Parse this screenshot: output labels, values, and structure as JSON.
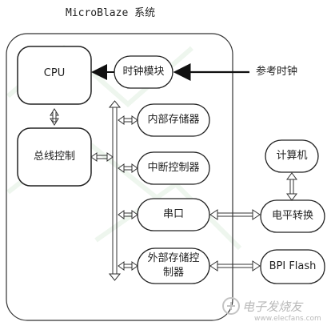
{
  "title": "MicroBlaze  系统",
  "blocks": {
    "cpu": "CPU",
    "clock_module": "时钟模块",
    "reference_clock": "参考时钟",
    "bus_control": "总线控制",
    "internal_memory": "内部存储器",
    "interrupt_controller": "中断控制器",
    "serial_port": "串口",
    "external_memory_controller_line1": "外部存储控",
    "external_memory_controller_line2": "制器",
    "computer": "计算机",
    "level_shifter": "电平转换",
    "bpi_flash": "BPI  Flash"
  },
  "watermark": {
    "text": "电子发烧友",
    "url": "www.elecfans.com"
  }
}
